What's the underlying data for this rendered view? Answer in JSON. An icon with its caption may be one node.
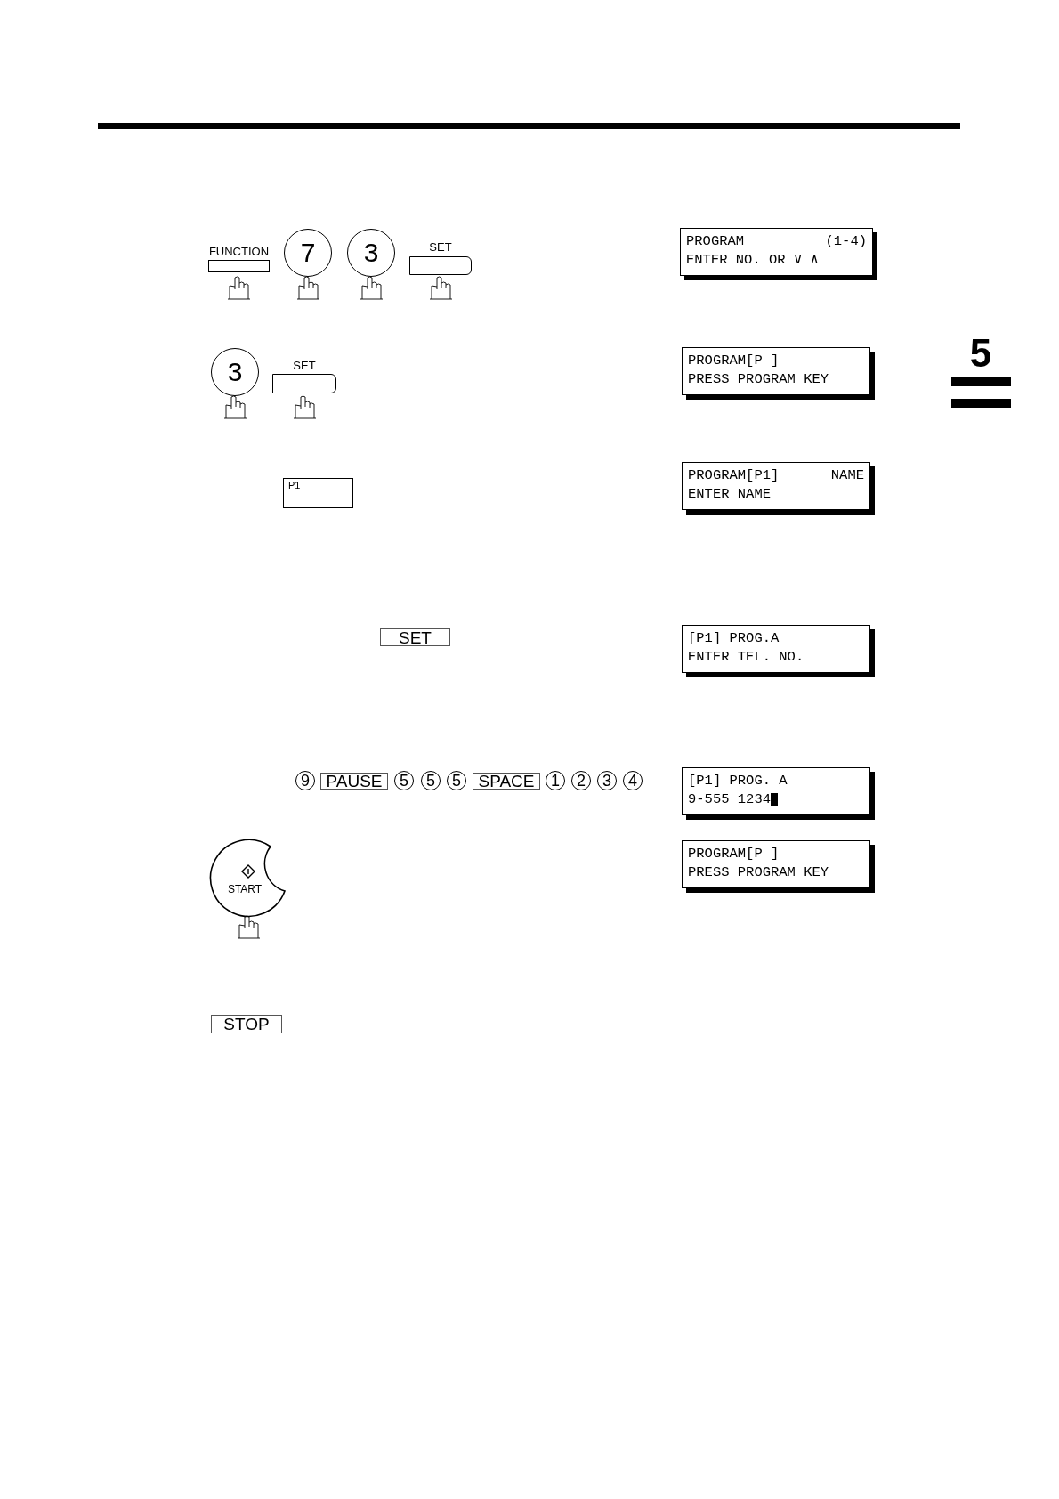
{
  "diagram": {
    "nodes": [
      {
        "text": [
          "FUNCTION"
        ]
      },
      {
        "text": [
          "7"
        ]
      },
      {
        "text": [
          "3"
        ]
      },
      {
        "text": [
          "SET"
        ]
      },
      {
        "text": [
          "PROGRAM",
          "(1-4)",
          "ENTER NO. OR ∨ ∧"
        ]
      },
      {
        "text": [
          "3"
        ]
      },
      {
        "text": [
          "SET"
        ]
      },
      {
        "text": [
          "PROGRAM[P ]",
          "PRESS PROGRAM KEY"
        ]
      },
      {
        "text": [
          "P1"
        ]
      },
      {
        "text": [
          "PROGRAM[P1]",
          "NAME",
          "ENTER NAME"
        ]
      },
      {
        "text": [
          "SET"
        ]
      },
      {
        "text": [
          "[P1] PROG.A",
          "ENTER TEL. NO."
        ]
      },
      {
        "text": [
          "9"
        ]
      },
      {
        "text": [
          "PAUSE"
        ]
      },
      {
        "text": [
          "5"
        ]
      },
      {
        "text": [
          "5"
        ]
      },
      {
        "text": [
          "5"
        ]
      },
      {
        "text": [
          "SPACE"
        ]
      },
      {
        "text": [
          "1"
        ]
      },
      {
        "text": [
          "2"
        ]
      },
      {
        "text": [
          "3"
        ]
      },
      {
        "text": [
          "4"
        ]
      },
      {
        "text": [
          "[P1] PROG. A",
          "9-555 1234"
        ]
      },
      {
        "text": [
          "START"
        ]
      },
      {
        "text": [
          "PROGRAM[P ]",
          "PRESS PROGRAM KEY"
        ]
      },
      {
        "text": [
          "STOP"
        ]
      }
    ],
    "labels": [
      "5"
    ]
  }
}
